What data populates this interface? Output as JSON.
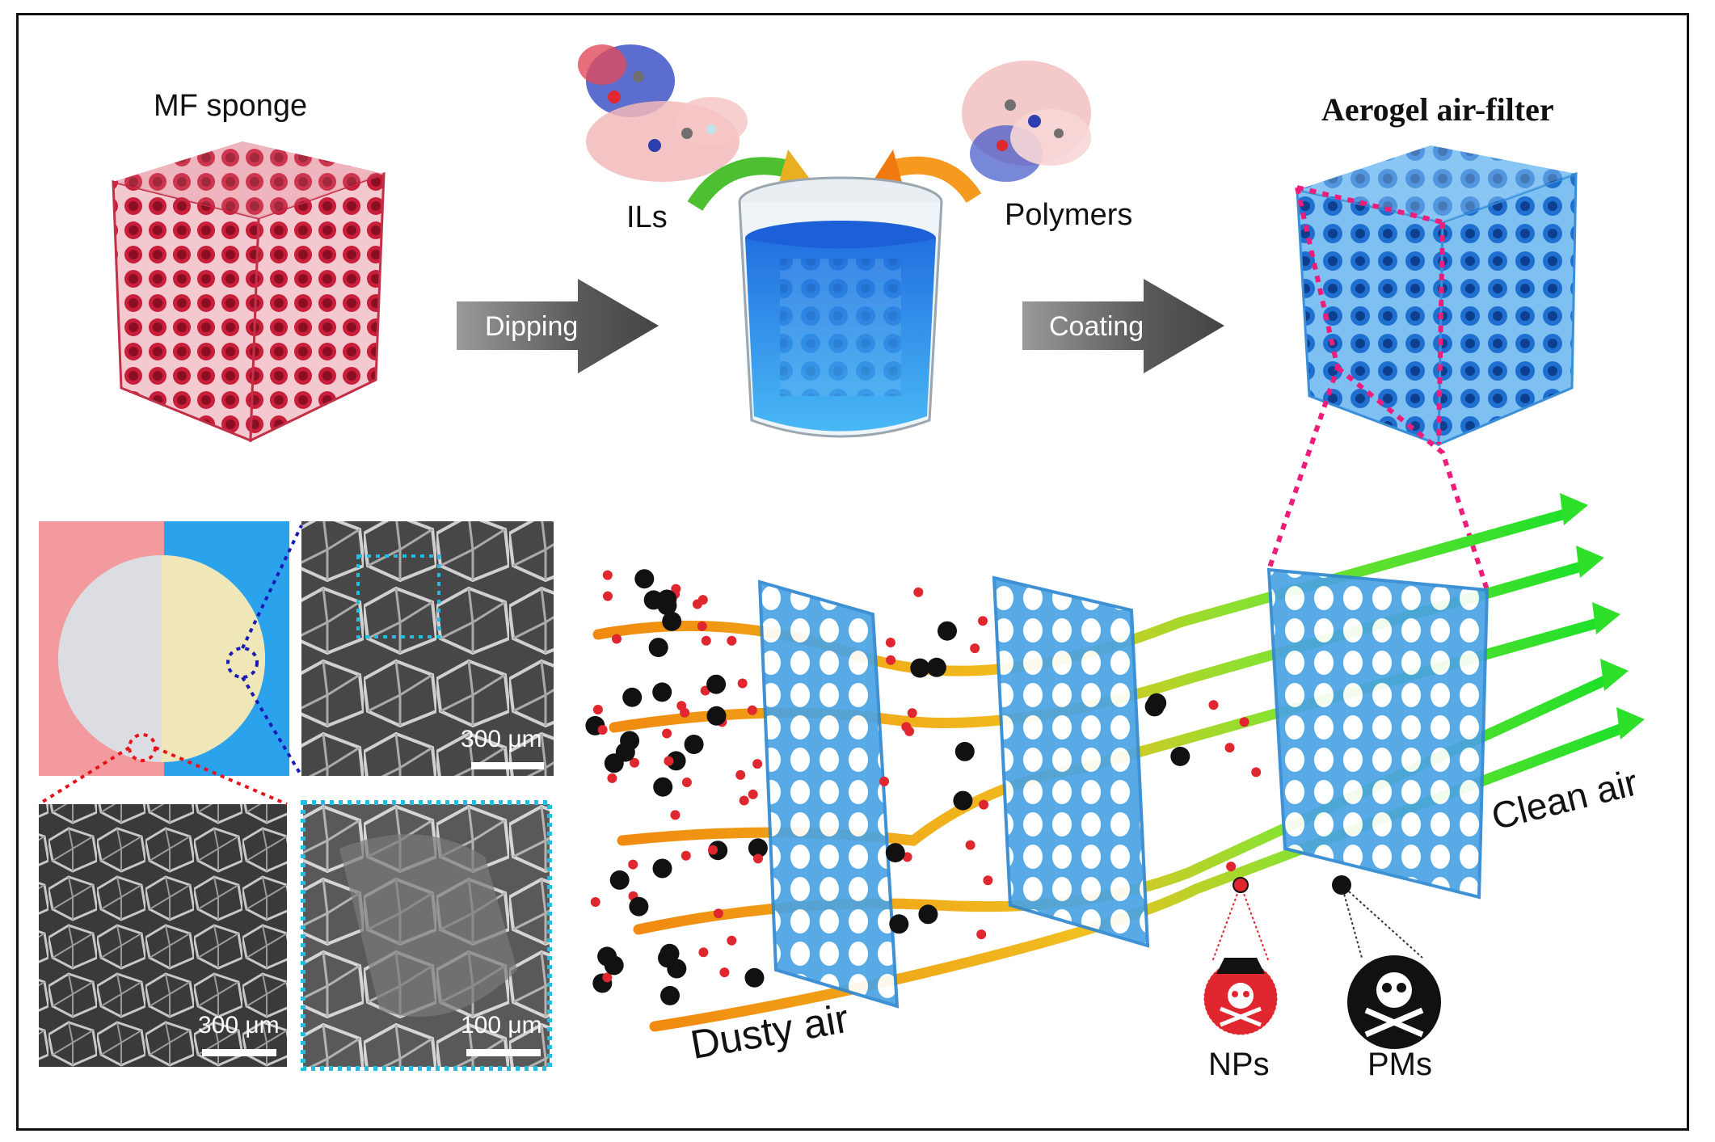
{
  "labels": {
    "mf_sponge": "MF sponge",
    "ils": "ILs",
    "polymers": "Polymers",
    "aerogel": "Aerogel air-filter",
    "dipping": "Dipping",
    "coating": "Coating",
    "dusty_air": "Dusty air",
    "clean_air": "Clean air",
    "nps": "NPs",
    "pms": "PMs"
  },
  "scale_bars": {
    "top_right": "300 μm",
    "bottom_left": "300 μm",
    "bottom_right": "100 μm"
  },
  "colors": {
    "sponge_red": "#d8324a",
    "filter_blue": "#3a8fd8",
    "liquid_blue": "#2a9be8",
    "stream_orange": "#f0a020",
    "stream_green": "#2ee02a",
    "np_red": "#e0262e",
    "pm_black": "#111111",
    "magenta_dots": "#ee1c7a",
    "cyan_dots": "#22bde0",
    "navy_dots": "#1a1ab4",
    "red_dots": "#e8141c"
  },
  "icons": {
    "np": "pirate-skull-icon",
    "pm": "skull-crossbones-icon"
  }
}
